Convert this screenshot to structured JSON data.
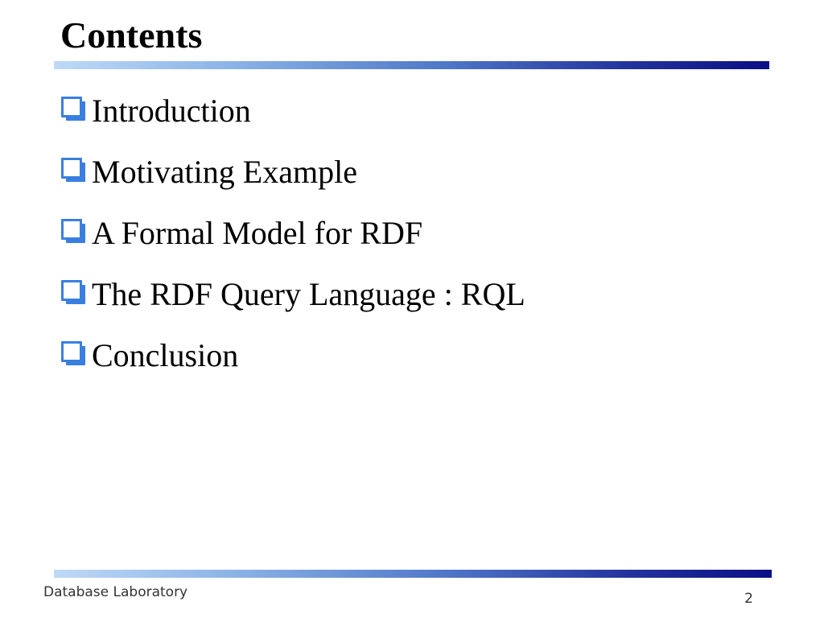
{
  "slide": {
    "title": "Contents",
    "bullets": [
      {
        "label": "Introduction"
      },
      {
        "label": "Motivating Example"
      },
      {
        "label": "A Formal Model for RDF"
      },
      {
        "label": "The RDF Query Language : RQL"
      },
      {
        "label": "Conclusion"
      }
    ],
    "bullet_icon": "checkbox-bullet-icon",
    "footer": {
      "organization": "Database Laboratory",
      "page_number": "2"
    },
    "colors": {
      "bar_start": "#bfd9f7",
      "bar_end": "#0b0f85",
      "bullet_accent": "#3a7fe0",
      "text": "#000000"
    }
  }
}
